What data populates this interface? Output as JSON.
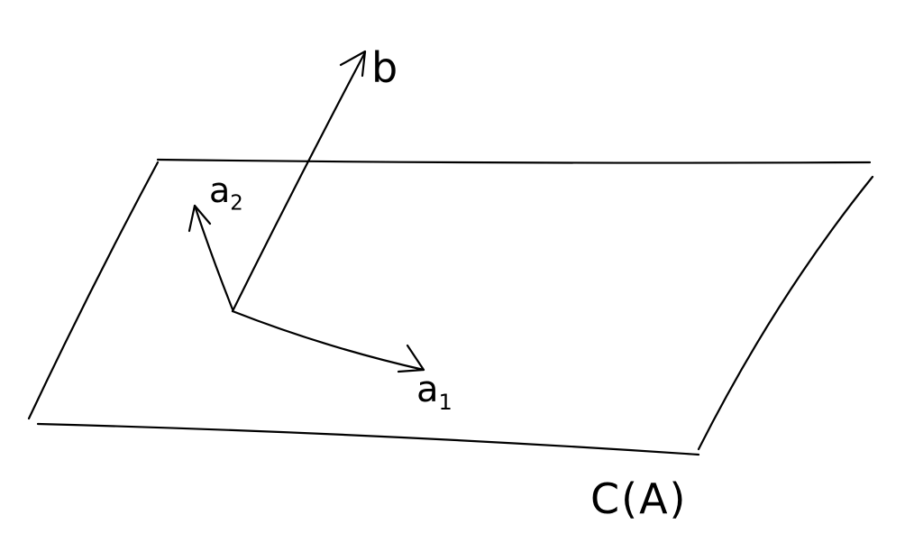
{
  "diagram": {
    "labels": {
      "b": "b",
      "a2_base": "a",
      "a2_sub": "2",
      "a1_base": "a",
      "a1_sub": "1",
      "plane": "C(A)"
    },
    "ink_color": "#000000",
    "background": "#ffffff"
  }
}
